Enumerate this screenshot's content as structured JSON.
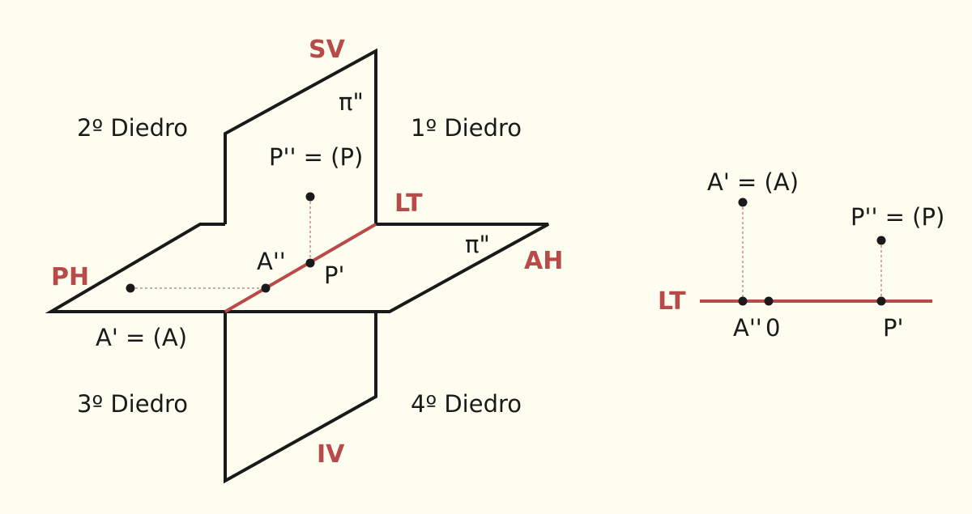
{
  "left_diagram": {
    "sv": "SV",
    "iv": "IV",
    "lt": "LT",
    "ph": "PH",
    "ah": "AH",
    "pi_vertical": "π\"",
    "pi_horizontal": "π\"",
    "d1": "1º Diedro",
    "d2": "2º Diedro",
    "d3": "3º Diedro",
    "d4": "4º Diedro",
    "p_vertical": "P'' = (P)",
    "p_horizontal": "P'",
    "a_vertical": "A''",
    "a_horizontal": "A' = (A)"
  },
  "right_diagram": {
    "lt": "LT",
    "a_top": "A' = (A)",
    "p_top": "P'' = (P)",
    "a_bottom": "A''",
    "origin": "0",
    "p_bottom": "P'"
  },
  "colors": {
    "background": "#fefef0",
    "accent_red": "#b94a4a",
    "ink": "#1a1a1a"
  }
}
